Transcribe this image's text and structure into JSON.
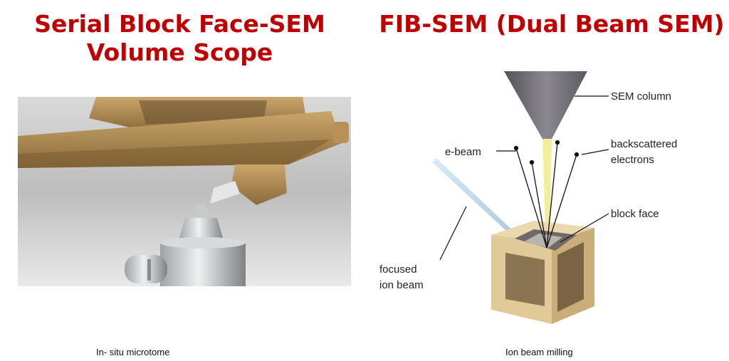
{
  "left": {
    "title_line1": "Serial Block Face-SEM",
    "title_line2": "Volume Scope",
    "caption": "In- situ microtome"
  },
  "right": {
    "title": "FIB-SEM (Dual Beam SEM)",
    "caption": "Ion beam milling",
    "labels": {
      "sem_column": "SEM column",
      "e_beam": "e-beam",
      "backscattered_1": "backscattered",
      "backscattered_2": "electrons",
      "block_face": "block face",
      "focused_1": "focused",
      "focused_2": "ion beam"
    }
  },
  "colors": {
    "title": "#c00000",
    "gold": "#b8935a",
    "column": "#6e6a72",
    "ebeam": "#f2ef9a",
    "ionbeam": "#b9d4e6",
    "block_outer": "#d8c092",
    "block_inner": "#8a7452"
  }
}
